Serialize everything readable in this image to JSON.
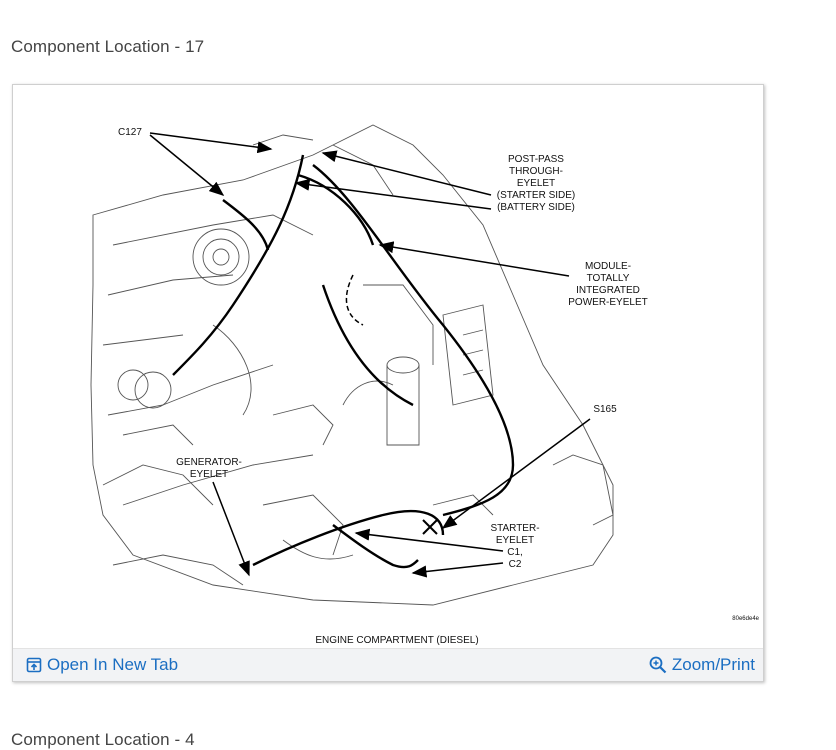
{
  "sections": [
    {
      "heading": "Component Location - 17",
      "figure": {
        "callouts": {
          "c127": "C127",
          "post_pass_lines": [
            "POST-PASS",
            "THROUGH-",
            "EYELET",
            "(STARTER SIDE)",
            "(BATTERY SIDE)"
          ],
          "module_lines": [
            "MODULE-",
            "TOTALLY",
            "INTEGRATED",
            "POWER-EYELET"
          ],
          "s165": "S165",
          "generator_lines": [
            "GENERATOR-",
            "EYELET"
          ],
          "starter_lines": [
            "STARTER-",
            "EYELET",
            "C1,",
            "C2"
          ]
        },
        "caption": "ENGINE COMPARTMENT   (DIESEL)",
        "figure_code": "80e6de4e"
      },
      "toolbar": {
        "open_new_tab": "Open In New Tab",
        "zoom_print": "Zoom/Print"
      }
    },
    {
      "heading": "Component Location - 4"
    }
  ],
  "colors": {
    "link": "#1b6ec2",
    "toolbar_bg": "#f2f3f5",
    "heading": "#444444"
  },
  "icons": {
    "open_new_tab": "open-in-new-tab-icon",
    "zoom": "magnifier-zoom-icon"
  }
}
